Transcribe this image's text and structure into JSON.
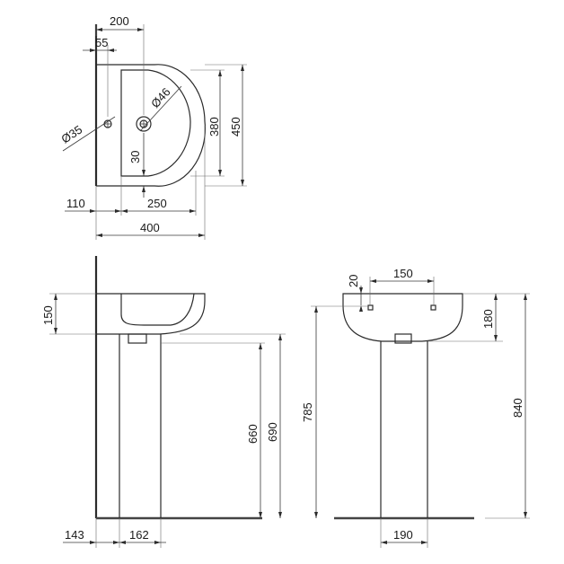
{
  "top_view": {
    "dims": {
      "overall_width": "400",
      "tap_offset": "200",
      "wall_gap": "55",
      "hole_diameter": "Ø35",
      "overflow_diameter": "Ø46",
      "bowl_depth": "380",
      "overall_depth": "450",
      "drain_offset": "30",
      "left_margin": "110",
      "bowl_width": "250"
    }
  },
  "side_view": {
    "dims": {
      "basin_height": "150",
      "pedestal_top": "660",
      "rim_height": "690",
      "base_left": "143",
      "base_width": "162"
    }
  },
  "front_view": {
    "dims": {
      "top_offset": "20",
      "hole_spacing": "150",
      "basin_height": "180",
      "drain_height": "785",
      "overall_height": "840",
      "pedestal_width": "190"
    }
  }
}
